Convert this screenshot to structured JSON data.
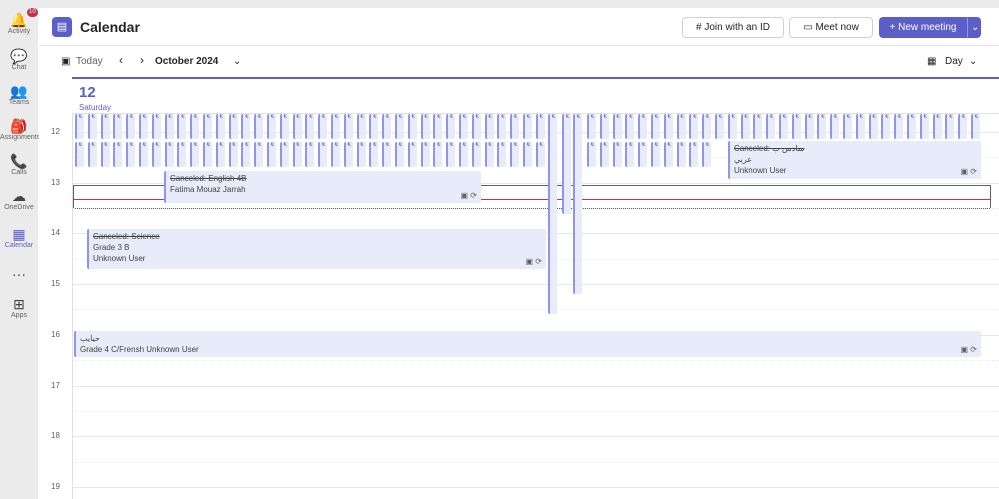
{
  "sidebar": {
    "items": [
      {
        "label": "Activity",
        "icon": "bell-icon",
        "glyph": "🔔",
        "badge": "10"
      },
      {
        "label": "Chat",
        "icon": "chat-icon",
        "glyph": "💬"
      },
      {
        "label": "Teams",
        "icon": "teams-icon",
        "glyph": "👥"
      },
      {
        "label": "Assignments",
        "icon": "assignments-icon",
        "glyph": "🎒"
      },
      {
        "label": "Calls",
        "icon": "phone-icon",
        "glyph": "📞"
      },
      {
        "label": "OneDrive",
        "icon": "cloud-icon",
        "glyph": "☁"
      },
      {
        "label": "Calendar",
        "icon": "calendar-icon",
        "glyph": "▦",
        "active": true
      },
      {
        "label": "",
        "icon": "more-icon",
        "glyph": "···"
      },
      {
        "label": "Apps",
        "icon": "apps-icon",
        "glyph": "⊞"
      }
    ]
  },
  "header": {
    "title": "Calendar",
    "join_id": "Join with an ID",
    "meet_now": "Meet now",
    "new_meeting": "New meeting"
  },
  "toolbar": {
    "today": "Today",
    "month": "October 2024",
    "view": "Day"
  },
  "day": {
    "number": "12",
    "name": "Saturday"
  },
  "hours": [
    "12",
    "13",
    "14",
    "15",
    "16",
    "17",
    "18",
    "19"
  ],
  "events": [
    {
      "title": "Canceled: English 4B",
      "lines": [
        "Fatima Mouaz Jarrah"
      ],
      "canceled": true
    },
    {
      "title": "Canceled: Science",
      "lines": [
        "Grade 3 B",
        "Unknown User"
      ],
      "canceled": true
    },
    {
      "title": "Canceled: سادس ب",
      "lines": [
        "عربي",
        "Unknown User"
      ],
      "canceled": true
    },
    {
      "title": "حيايب",
      "lines": [
        "Grade 4 C/Frensh  Unknown User"
      ],
      "canceled": false
    }
  ],
  "colors": {
    "accent": "#5b5fc7",
    "event_bg": "#e8ebfa",
    "now_line": "#c4314b"
  }
}
